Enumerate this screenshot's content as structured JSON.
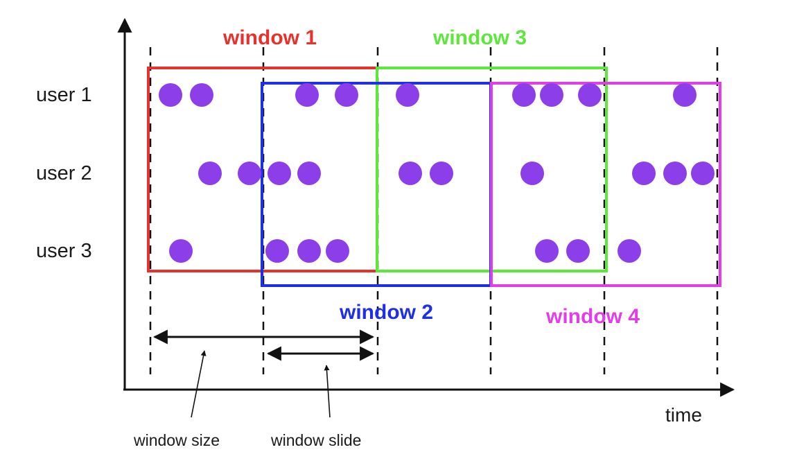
{
  "rows": [
    {
      "label": "user 1"
    },
    {
      "label": "user 2"
    },
    {
      "label": "user 3"
    }
  ],
  "windows": [
    {
      "label": "window 1",
      "color": "#e8312a"
    },
    {
      "label": "window 2",
      "color": "#1e2fe6"
    },
    {
      "label": "window 3",
      "color": "#5be83a"
    },
    {
      "label": "window 4",
      "color": "#e23de6"
    }
  ],
  "axis": {
    "label": "time"
  },
  "annotations": {
    "window_size": "window size",
    "window_slide": "window slide"
  },
  "event_color": "#8c3ee8"
}
